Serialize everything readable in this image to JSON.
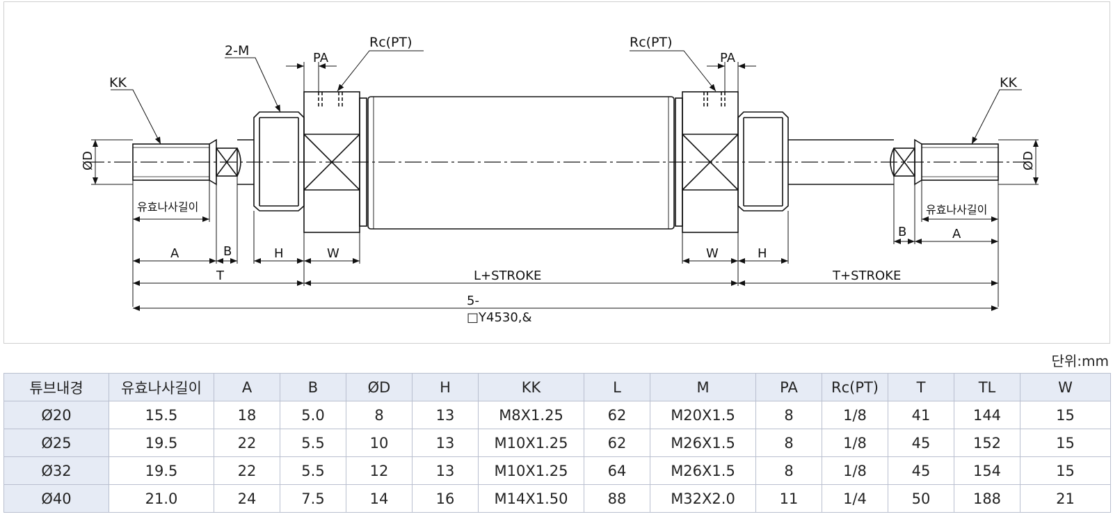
{
  "drawing": {
    "labels": {
      "kk_left": "KK",
      "kk_right": "KK",
      "two_m": "2-M",
      "rc_left": "Rc(PT)",
      "rc_right": "Rc(PT)",
      "pa_left": "PA",
      "pa_right": "PA",
      "od_left": "ØD",
      "od_right": "ØD",
      "thread_len_left": "유효나사길이",
      "thread_len_right": "유효나사길이",
      "a_left": "A",
      "b_left": "B",
      "h_left": "H",
      "w_left": "W",
      "t_left": "T",
      "l_stroke": "L+STROKE",
      "w_right": "W",
      "h_right": "H",
      "t_stroke": "T+STROKE",
      "b_right": "B",
      "a_right": "A",
      "total_line1": "5-",
      "total_line2": "□Y4530,&"
    }
  },
  "unit_label": "단위:mm",
  "table": {
    "headers": [
      "튜브내경",
      "유효나사길이",
      "A",
      "B",
      "ØD",
      "H",
      "KK",
      "L",
      "M",
      "PA",
      "Rc(PT)",
      "T",
      "TL",
      "W"
    ],
    "rows": [
      [
        "Ø20",
        "15.5",
        "18",
        "5.0",
        "8",
        "13",
        "M8X1.25",
        "62",
        "M20X1.5",
        "8",
        "1/8",
        "41",
        "144",
        "15"
      ],
      [
        "Ø25",
        "19.5",
        "22",
        "5.5",
        "10",
        "13",
        "M10X1.25",
        "62",
        "M26X1.5",
        "8",
        "1/8",
        "45",
        "152",
        "15"
      ],
      [
        "Ø32",
        "19.5",
        "22",
        "5.5",
        "12",
        "13",
        "M10X1.25",
        "64",
        "M26X1.5",
        "8",
        "1/8",
        "45",
        "154",
        "15"
      ],
      [
        "Ø40",
        "21.0",
        "24",
        "7.5",
        "14",
        "16",
        "M14X1.50",
        "88",
        "M32X2.0",
        "11",
        "1/4",
        "50",
        "188",
        "21"
      ]
    ]
  }
}
